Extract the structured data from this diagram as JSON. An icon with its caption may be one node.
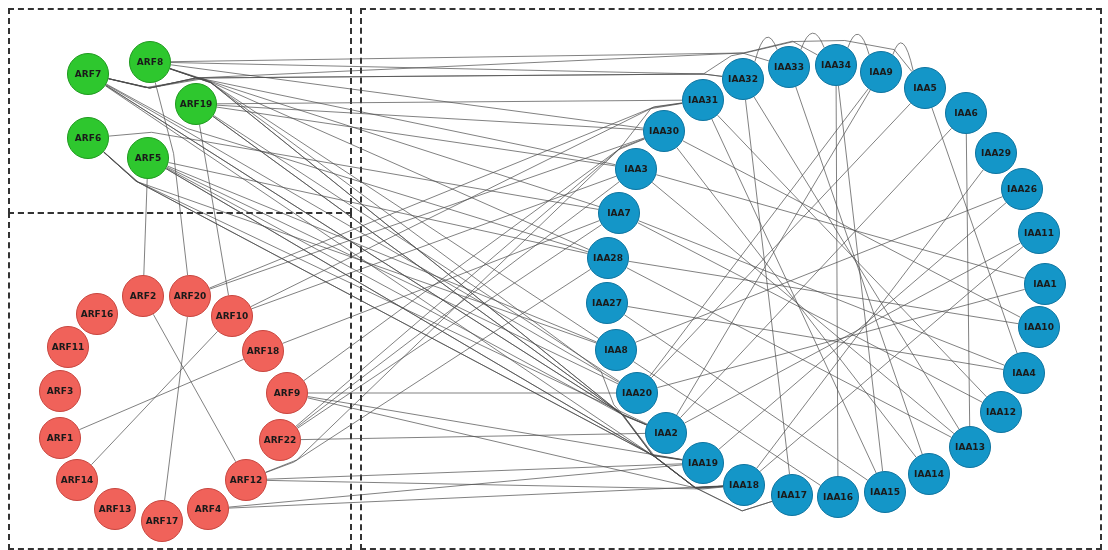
{
  "diagram": {
    "nodes": [
      {
        "text": [],
        "shape": "box"
      },
      {
        "text": [
          "ARF8"
        ],
        "in": 0
      },
      {
        "text": [
          "ARF7"
        ],
        "in": 0
      },
      {
        "text": [
          "ARF19"
        ],
        "in": 0
      },
      {
        "text": [
          "ARF6"
        ],
        "in": 0
      },
      {
        "text": [
          "ARF5"
        ],
        "in": 0
      },
      {
        "text": [],
        "shape": "box"
      },
      {
        "text": [
          "ARF2"
        ],
        "in": 6
      },
      {
        "text": [
          "ARF20"
        ],
        "in": 6
      },
      {
        "text": [
          "ARF16"
        ],
        "in": 6
      },
      {
        "text": [
          "ARF10"
        ],
        "in": 6
      },
      {
        "text": [
          "ARF11"
        ],
        "in": 6
      },
      {
        "text": [
          "ARF18"
        ],
        "in": 6
      },
      {
        "text": [
          "ARF3"
        ],
        "in": 6
      },
      {
        "text": [
          "ARF9"
        ],
        "in": 6
      },
      {
        "text": [
          "ARF1"
        ],
        "in": 6
      },
      {
        "text": [
          "ARF22"
        ],
        "in": 6
      },
      {
        "text": [
          "ARF14"
        ],
        "in": 6
      },
      {
        "text": [
          "ARF12"
        ],
        "in": 6
      },
      {
        "text": [
          "ARF13"
        ],
        "in": 6
      },
      {
        "text": [
          "ARF4"
        ],
        "in": 6
      },
      {
        "text": [
          "ARF17"
        ],
        "in": 6
      },
      {
        "text": [],
        "shape": "box"
      },
      {
        "text": [
          "IAA32"
        ],
        "in": 22
      },
      {
        "text": [
          "IAA33"
        ],
        "in": 22
      },
      {
        "text": [
          "IAA34"
        ],
        "in": 22
      },
      {
        "text": [
          "IAA9"
        ],
        "in": 22
      },
      {
        "text": [
          "IAA5"
        ],
        "in": 22
      },
      {
        "text": [
          "IAA31"
        ],
        "in": 22
      },
      {
        "text": [
          "IAA6"
        ],
        "in": 22
      },
      {
        "text": [
          "IAA30"
        ],
        "in": 22
      },
      {
        "text": [
          "IAA29"
        ],
        "in": 22
      },
      {
        "text": [
          "IAA3"
        ],
        "in": 22
      },
      {
        "text": [
          "IAA26"
        ],
        "in": 22
      },
      {
        "text": [
          "IAA7"
        ],
        "in": 22
      },
      {
        "text": [
          "IAA11"
        ],
        "in": 22
      },
      {
        "text": [
          "IAA28"
        ],
        "in": 22
      },
      {
        "text": [
          "IAA1"
        ],
        "in": 22
      },
      {
        "text": [
          "IAA27"
        ],
        "in": 22
      },
      {
        "text": [
          "IAA10"
        ],
        "in": 22
      },
      {
        "text": [
          "IAA8"
        ],
        "in": 22
      },
      {
        "text": [
          "IAA4"
        ],
        "in": 22
      },
      {
        "text": [
          "IAA20"
        ],
        "in": 22
      },
      {
        "text": [
          "IAA12"
        ],
        "in": 22
      },
      {
        "text": [
          "IAA2"
        ],
        "in": 22
      },
      {
        "text": [
          "IAA13"
        ],
        "in": 22
      },
      {
        "text": [
          "IAA19"
        ],
        "in": 22
      },
      {
        "text": [
          "IAA14"
        ],
        "in": 22
      },
      {
        "text": [
          "IAA18"
        ],
        "in": 22
      },
      {
        "text": [
          "IAA15"
        ],
        "in": 22
      },
      {
        "text": [
          "IAA17"
        ],
        "in": 22
      },
      {
        "text": [
          "IAA16"
        ],
        "in": 22
      }
    ],
    "edges": [
      {
        "from": 2,
        "to": 23,
        "arrow": "none"
      },
      {
        "from": 2,
        "to": 24,
        "arrow": "none"
      },
      {
        "from": 2,
        "to": 27,
        "arrow": "none"
      },
      {
        "from": 2,
        "to": 32,
        "arrow": "none"
      },
      {
        "from": 2,
        "to": 34,
        "arrow": "none"
      },
      {
        "from": 2,
        "to": 36,
        "arrow": "none"
      },
      {
        "from": 2,
        "to": 42,
        "arrow": "none"
      },
      {
        "from": 2,
        "to": 44,
        "arrow": "none"
      },
      {
        "from": 2,
        "to": 46,
        "arrow": "none"
      },
      {
        "from": 2,
        "to": 48,
        "arrow": "none"
      },
      {
        "from": 1,
        "to": 23,
        "arrow": "none"
      },
      {
        "from": 1,
        "to": 25,
        "arrow": "none"
      },
      {
        "from": 1,
        "to": 30,
        "arrow": "none"
      },
      {
        "from": 1,
        "to": 36,
        "arrow": "none"
      },
      {
        "from": 1,
        "to": 40,
        "arrow": "none"
      },
      {
        "from": 1,
        "to": 44,
        "arrow": "none"
      },
      {
        "from": 1,
        "to": 48,
        "arrow": "none"
      },
      {
        "from": 1,
        "to": 50,
        "arrow": "none"
      },
      {
        "from": 3,
        "to": 28,
        "arrow": "none"
      },
      {
        "from": 3,
        "to": 30,
        "arrow": "none"
      },
      {
        "from": 3,
        "to": 32,
        "arrow": "none"
      },
      {
        "from": 3,
        "to": 42,
        "arrow": "none"
      },
      {
        "from": 3,
        "to": 46,
        "arrow": "none"
      },
      {
        "from": 3,
        "to": 44,
        "arrow": "none"
      },
      {
        "from": 4,
        "to": 34,
        "arrow": "none"
      },
      {
        "from": 4,
        "to": 40,
        "arrow": "none"
      },
      {
        "from": 4,
        "to": 44,
        "arrow": "none"
      },
      {
        "from": 4,
        "to": 48,
        "arrow": "none"
      },
      {
        "from": 4,
        "to": 50,
        "arrow": "none"
      },
      {
        "from": 5,
        "to": 36,
        "arrow": "none"
      },
      {
        "from": 5,
        "to": 42,
        "arrow": "none"
      },
      {
        "from": 5,
        "to": 44,
        "arrow": "none"
      },
      {
        "from": 5,
        "to": 46,
        "arrow": "none"
      },
      {
        "from": 5,
        "to": 48,
        "arrow": "none"
      },
      {
        "from": 5,
        "to": 40,
        "arrow": "none"
      },
      {
        "from": 1,
        "to": 8,
        "arrow": "none"
      },
      {
        "from": 5,
        "to": 7,
        "arrow": "none"
      },
      {
        "from": 3,
        "to": 10,
        "arrow": "none"
      },
      {
        "from": 14,
        "to": 30,
        "arrow": "none"
      },
      {
        "from": 14,
        "to": 42,
        "arrow": "none"
      },
      {
        "from": 14,
        "to": 46,
        "arrow": "none"
      },
      {
        "from": 14,
        "to": 48,
        "arrow": "none"
      },
      {
        "from": 16,
        "to": 28,
        "arrow": "none"
      },
      {
        "from": 16,
        "to": 32,
        "arrow": "none"
      },
      {
        "from": 16,
        "to": 34,
        "arrow": "none"
      },
      {
        "from": 16,
        "to": 44,
        "arrow": "none"
      },
      {
        "from": 18,
        "to": 30,
        "arrow": "none"
      },
      {
        "from": 18,
        "to": 36,
        "arrow": "none"
      },
      {
        "from": 18,
        "to": 46,
        "arrow": "none"
      },
      {
        "from": 18,
        "to": 48,
        "arrow": "none"
      },
      {
        "from": 20,
        "to": 46,
        "arrow": "none"
      },
      {
        "from": 20,
        "to": 48,
        "arrow": "none"
      },
      {
        "from": 10,
        "to": 32,
        "arrow": "none"
      },
      {
        "from": 10,
        "to": 28,
        "arrow": "none"
      },
      {
        "from": 8,
        "to": 28,
        "arrow": "none"
      },
      {
        "from": 8,
        "to": 30,
        "arrow": "none"
      },
      {
        "from": 12,
        "to": 34,
        "arrow": "none"
      },
      {
        "from": 7,
        "to": 18,
        "arrow": "none"
      },
      {
        "from": 17,
        "to": 10,
        "arrow": "none"
      },
      {
        "from": 8,
        "to": 21,
        "arrow": "none"
      },
      {
        "from": 15,
        "to": 12,
        "arrow": "none"
      },
      {
        "from": 23,
        "to": 24,
        "arrow": "none"
      },
      {
        "from": 24,
        "to": 25,
        "arrow": "none"
      },
      {
        "from": 25,
        "to": 26,
        "arrow": "none"
      },
      {
        "from": 26,
        "to": 27,
        "arrow": "none"
      },
      {
        "from": 27,
        "to": 41,
        "arrow": "none"
      },
      {
        "from": 27,
        "to": 42,
        "arrow": "none"
      },
      {
        "from": 26,
        "to": 44,
        "arrow": "none"
      },
      {
        "from": 29,
        "to": 45,
        "arrow": "none"
      },
      {
        "from": 31,
        "to": 48,
        "arrow": "none"
      },
      {
        "from": 33,
        "to": 40,
        "arrow": "none"
      },
      {
        "from": 35,
        "to": 44,
        "arrow": "none"
      },
      {
        "from": 37,
        "to": 42,
        "arrow": "none"
      },
      {
        "from": 39,
        "to": 36,
        "arrow": "none"
      },
      {
        "from": 41,
        "to": 38,
        "arrow": "none"
      },
      {
        "from": 43,
        "to": 34,
        "arrow": "none"
      },
      {
        "from": 45,
        "to": 32,
        "arrow": "none"
      },
      {
        "from": 47,
        "to": 30,
        "arrow": "none"
      },
      {
        "from": 49,
        "to": 28,
        "arrow": "none"
      },
      {
        "from": 51,
        "to": 25,
        "arrow": "none"
      },
      {
        "from": 50,
        "to": 23,
        "arrow": "none"
      },
      {
        "from": 24,
        "to": 47,
        "arrow": "none"
      },
      {
        "from": 28,
        "to": 43,
        "arrow": "none"
      },
      {
        "from": 30,
        "to": 39,
        "arrow": "none"
      },
      {
        "from": 32,
        "to": 37,
        "arrow": "none"
      },
      {
        "from": 34,
        "to": 41,
        "arrow": "none"
      },
      {
        "from": 36,
        "to": 45,
        "arrow": "none"
      },
      {
        "from": 38,
        "to": 49,
        "arrow": "none"
      },
      {
        "from": 40,
        "to": 51,
        "arrow": "none"
      },
      {
        "from": 42,
        "to": 26,
        "arrow": "none"
      },
      {
        "from": 44,
        "to": 29,
        "arrow": "none"
      },
      {
        "from": 46,
        "to": 33,
        "arrow": "none"
      },
      {
        "from": 48,
        "to": 35,
        "arrow": "none"
      },
      {
        "from": 23,
        "to": 45,
        "arrow": "none"
      },
      {
        "from": 25,
        "to": 49,
        "arrow": "none"
      }
    ]
  }
}
